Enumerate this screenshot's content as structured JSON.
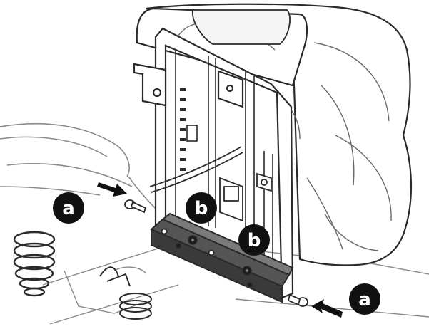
{
  "callouts": {
    "a_left": "a",
    "a_right": "a",
    "b_upper": "b",
    "b_lower": "b"
  },
  "colors": {
    "line": "#2a2a2a",
    "callout_fill": "#111111",
    "callout_text": "#ffffff",
    "bracket": "#3a3a3a",
    "light_line": "#8a8a8a"
  }
}
